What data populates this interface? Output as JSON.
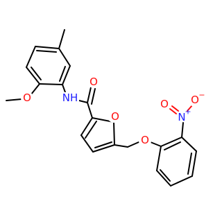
{
  "molecule": {
    "atom_labels": {
      "methoxy_o": "O",
      "amide_nh": "NH",
      "carbonyl_o": "O",
      "furan_o": "O",
      "ether_o": "O",
      "nitro_n": "N",
      "nitro_n_charge": "+",
      "nitro_o_double": "O",
      "nitro_o_single": "O",
      "nitro_o_charge": "−"
    },
    "colors": {
      "bond": "#000000",
      "nitrogen": "#1f1fff",
      "oxygen": "#ff0d0d"
    }
  }
}
